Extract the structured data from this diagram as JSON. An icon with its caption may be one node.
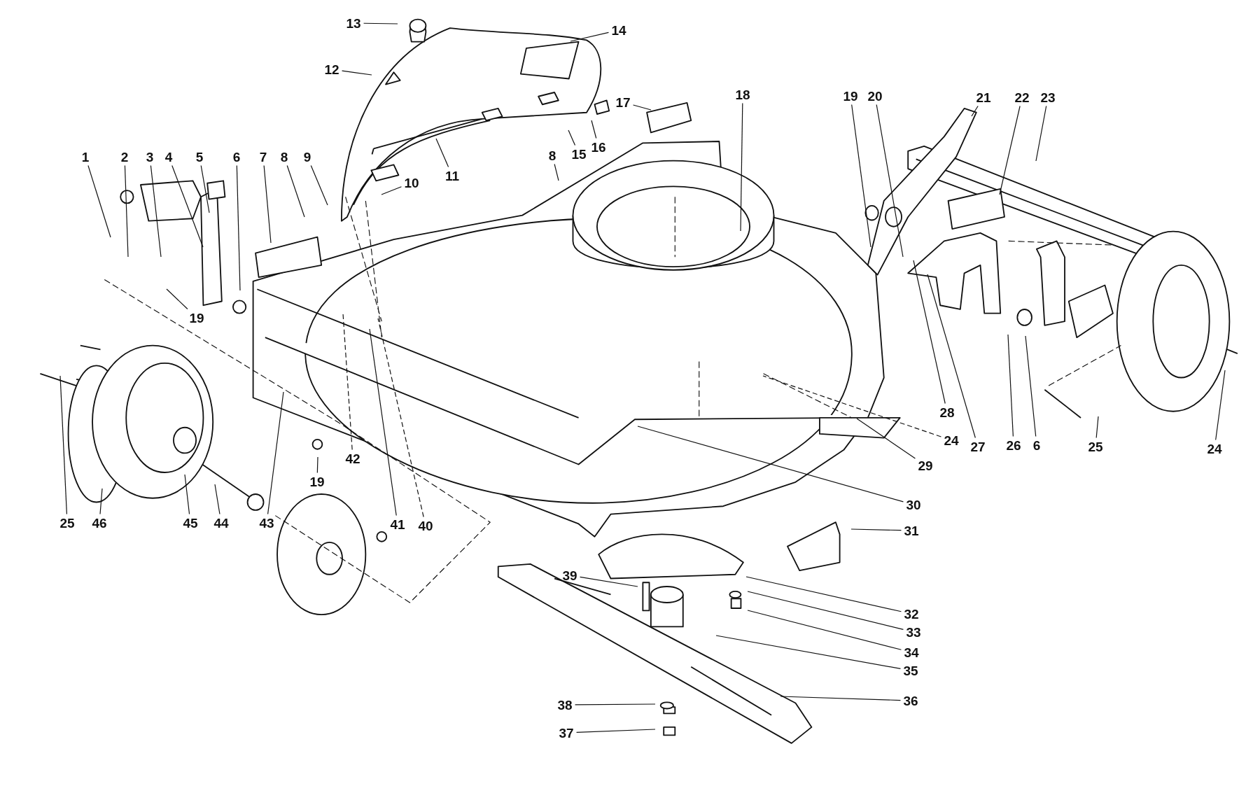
{
  "diagram": {
    "nodes": [
      {
        "text": [
          "13"
        ]
      },
      {
        "text": [
          "14"
        ]
      },
      {
        "text": [
          "12"
        ]
      },
      {
        "text": [
          "17"
        ]
      },
      {
        "text": [
          "15"
        ]
      },
      {
        "text": [
          "16"
        ]
      },
      {
        "text": [
          "11"
        ]
      },
      {
        "text": [
          "8"
        ]
      },
      {
        "text": [
          "10"
        ]
      },
      {
        "text": [
          "1"
        ]
      },
      {
        "text": [
          "2"
        ]
      },
      {
        "text": [
          "3"
        ]
      },
      {
        "text": [
          "4"
        ]
      },
      {
        "text": [
          "5"
        ]
      },
      {
        "text": [
          "6"
        ]
      },
      {
        "text": [
          "7"
        ]
      },
      {
        "text": [
          "8"
        ]
      },
      {
        "text": [
          "9"
        ]
      },
      {
        "text": [
          "19"
        ]
      },
      {
        "text": [
          "18"
        ]
      },
      {
        "text": [
          "19"
        ]
      },
      {
        "text": [
          "20"
        ]
      },
      {
        "text": [
          "21"
        ]
      },
      {
        "text": [
          "22"
        ]
      },
      {
        "text": [
          "23"
        ]
      },
      {
        "text": [
          "25"
        ]
      },
      {
        "text": [
          "46"
        ]
      },
      {
        "text": [
          "45"
        ]
      },
      {
        "text": [
          "44"
        ]
      },
      {
        "text": [
          "43"
        ]
      },
      {
        "text": [
          "19"
        ]
      },
      {
        "text": [
          "42"
        ]
      },
      {
        "text": [
          "41"
        ]
      },
      {
        "text": [
          "40"
        ]
      },
      {
        "text": [
          "39"
        ]
      },
      {
        "text": [
          "38"
        ]
      },
      {
        "text": [
          "37"
        ]
      },
      {
        "text": [
          "28"
        ]
      },
      {
        "text": [
          "24"
        ]
      },
      {
        "text": [
          "27"
        ]
      },
      {
        "text": [
          "26"
        ]
      },
      {
        "text": [
          "6"
        ]
      },
      {
        "text": [
          "25"
        ]
      },
      {
        "text": [
          "24"
        ]
      },
      {
        "text": [
          "29"
        ]
      },
      {
        "text": [
          "30"
        ]
      },
      {
        "text": [
          "31"
        ]
      },
      {
        "text": [
          "32"
        ]
      },
      {
        "text": [
          "33"
        ]
      },
      {
        "text": [
          "34"
        ]
      },
      {
        "text": [
          "35"
        ]
      },
      {
        "text": [
          "36"
        ]
      }
    ],
    "edges": [
      {
        "from": 0,
        "to": null,
        "arrow": "none"
      },
      {
        "from": 1,
        "to": null,
        "arrow": "none"
      },
      {
        "from": 2,
        "to": null,
        "arrow": "none"
      },
      {
        "from": 3,
        "to": null,
        "arrow": "none"
      },
      {
        "from": 4,
        "to": null,
        "arrow": "none"
      },
      {
        "from": 5,
        "to": null,
        "arrow": "none"
      },
      {
        "from": 6,
        "to": null,
        "arrow": "none"
      },
      {
        "from": 7,
        "to": null,
        "arrow": "none"
      },
      {
        "from": 8,
        "to": null,
        "arrow": "none"
      },
      {
        "from": 9,
        "to": null,
        "arrow": "none"
      },
      {
        "from": 10,
        "to": null,
        "arrow": "none"
      },
      {
        "from": 11,
        "to": null,
        "arrow": "none"
      },
      {
        "from": 12,
        "to": null,
        "arrow": "none"
      },
      {
        "from": 13,
        "to": null,
        "arrow": "none"
      },
      {
        "from": 14,
        "to": null,
        "arrow": "none"
      },
      {
        "from": 15,
        "to": null,
        "arrow": "none"
      },
      {
        "from": 16,
        "to": null,
        "arrow": "none"
      },
      {
        "from": 17,
        "to": null,
        "arrow": "none"
      },
      {
        "from": 18,
        "to": null,
        "arrow": "none"
      },
      {
        "from": 19,
        "to": null,
        "arrow": "none"
      },
      {
        "from": 20,
        "to": null,
        "arrow": "none"
      },
      {
        "from": 21,
        "to": null,
        "arrow": "none"
      },
      {
        "from": 22,
        "to": null,
        "arrow": "none"
      },
      {
        "from": 23,
        "to": null,
        "arrow": "none"
      },
      {
        "from": 24,
        "to": null,
        "arrow": "none"
      },
      {
        "from": 25,
        "to": null,
        "arrow": "none"
      },
      {
        "from": 26,
        "to": null,
        "arrow": "none"
      },
      {
        "from": 27,
        "to": null,
        "arrow": "none"
      },
      {
        "from": 28,
        "to": null,
        "arrow": "none"
      },
      {
        "from": 29,
        "to": null,
        "arrow": "none"
      },
      {
        "from": 30,
        "to": null,
        "arrow": "none"
      },
      {
        "from": 31,
        "to": null,
        "arrow": "none",
        "style": "dashed"
      },
      {
        "from": 32,
        "to": null,
        "arrow": "none"
      },
      {
        "from": 33,
        "to": null,
        "arrow": "none",
        "style": "dashed"
      },
      {
        "from": 34,
        "to": null,
        "arrow": "none"
      },
      {
        "from": 35,
        "to": null,
        "arrow": "none"
      },
      {
        "from": 36,
        "to": null,
        "arrow": "none"
      },
      {
        "from": 37,
        "to": null,
        "arrow": "none"
      },
      {
        "from": 38,
        "to": null,
        "arrow": "none",
        "style": "dashed"
      },
      {
        "from": 39,
        "to": null,
        "arrow": "none"
      },
      {
        "from": 40,
        "to": null,
        "arrow": "none"
      },
      {
        "from": 41,
        "to": null,
        "arrow": "none"
      },
      {
        "from": 42,
        "to": null,
        "arrow": "none"
      },
      {
        "from": 43,
        "to": null,
        "arrow": "none"
      },
      {
        "from": 44,
        "to": null,
        "arrow": "none"
      },
      {
        "from": 45,
        "to": null,
        "arrow": "none"
      },
      {
        "from": 46,
        "to": null,
        "arrow": "none"
      },
      {
        "from": 47,
        "to": null,
        "arrow": "none"
      },
      {
        "from": 48,
        "to": null,
        "arrow": "none"
      },
      {
        "from": 49,
        "to": null,
        "arrow": "none"
      },
      {
        "from": 50,
        "to": null,
        "arrow": "none"
      },
      {
        "from": 51,
        "to": null,
        "arrow": "none"
      }
    ]
  }
}
